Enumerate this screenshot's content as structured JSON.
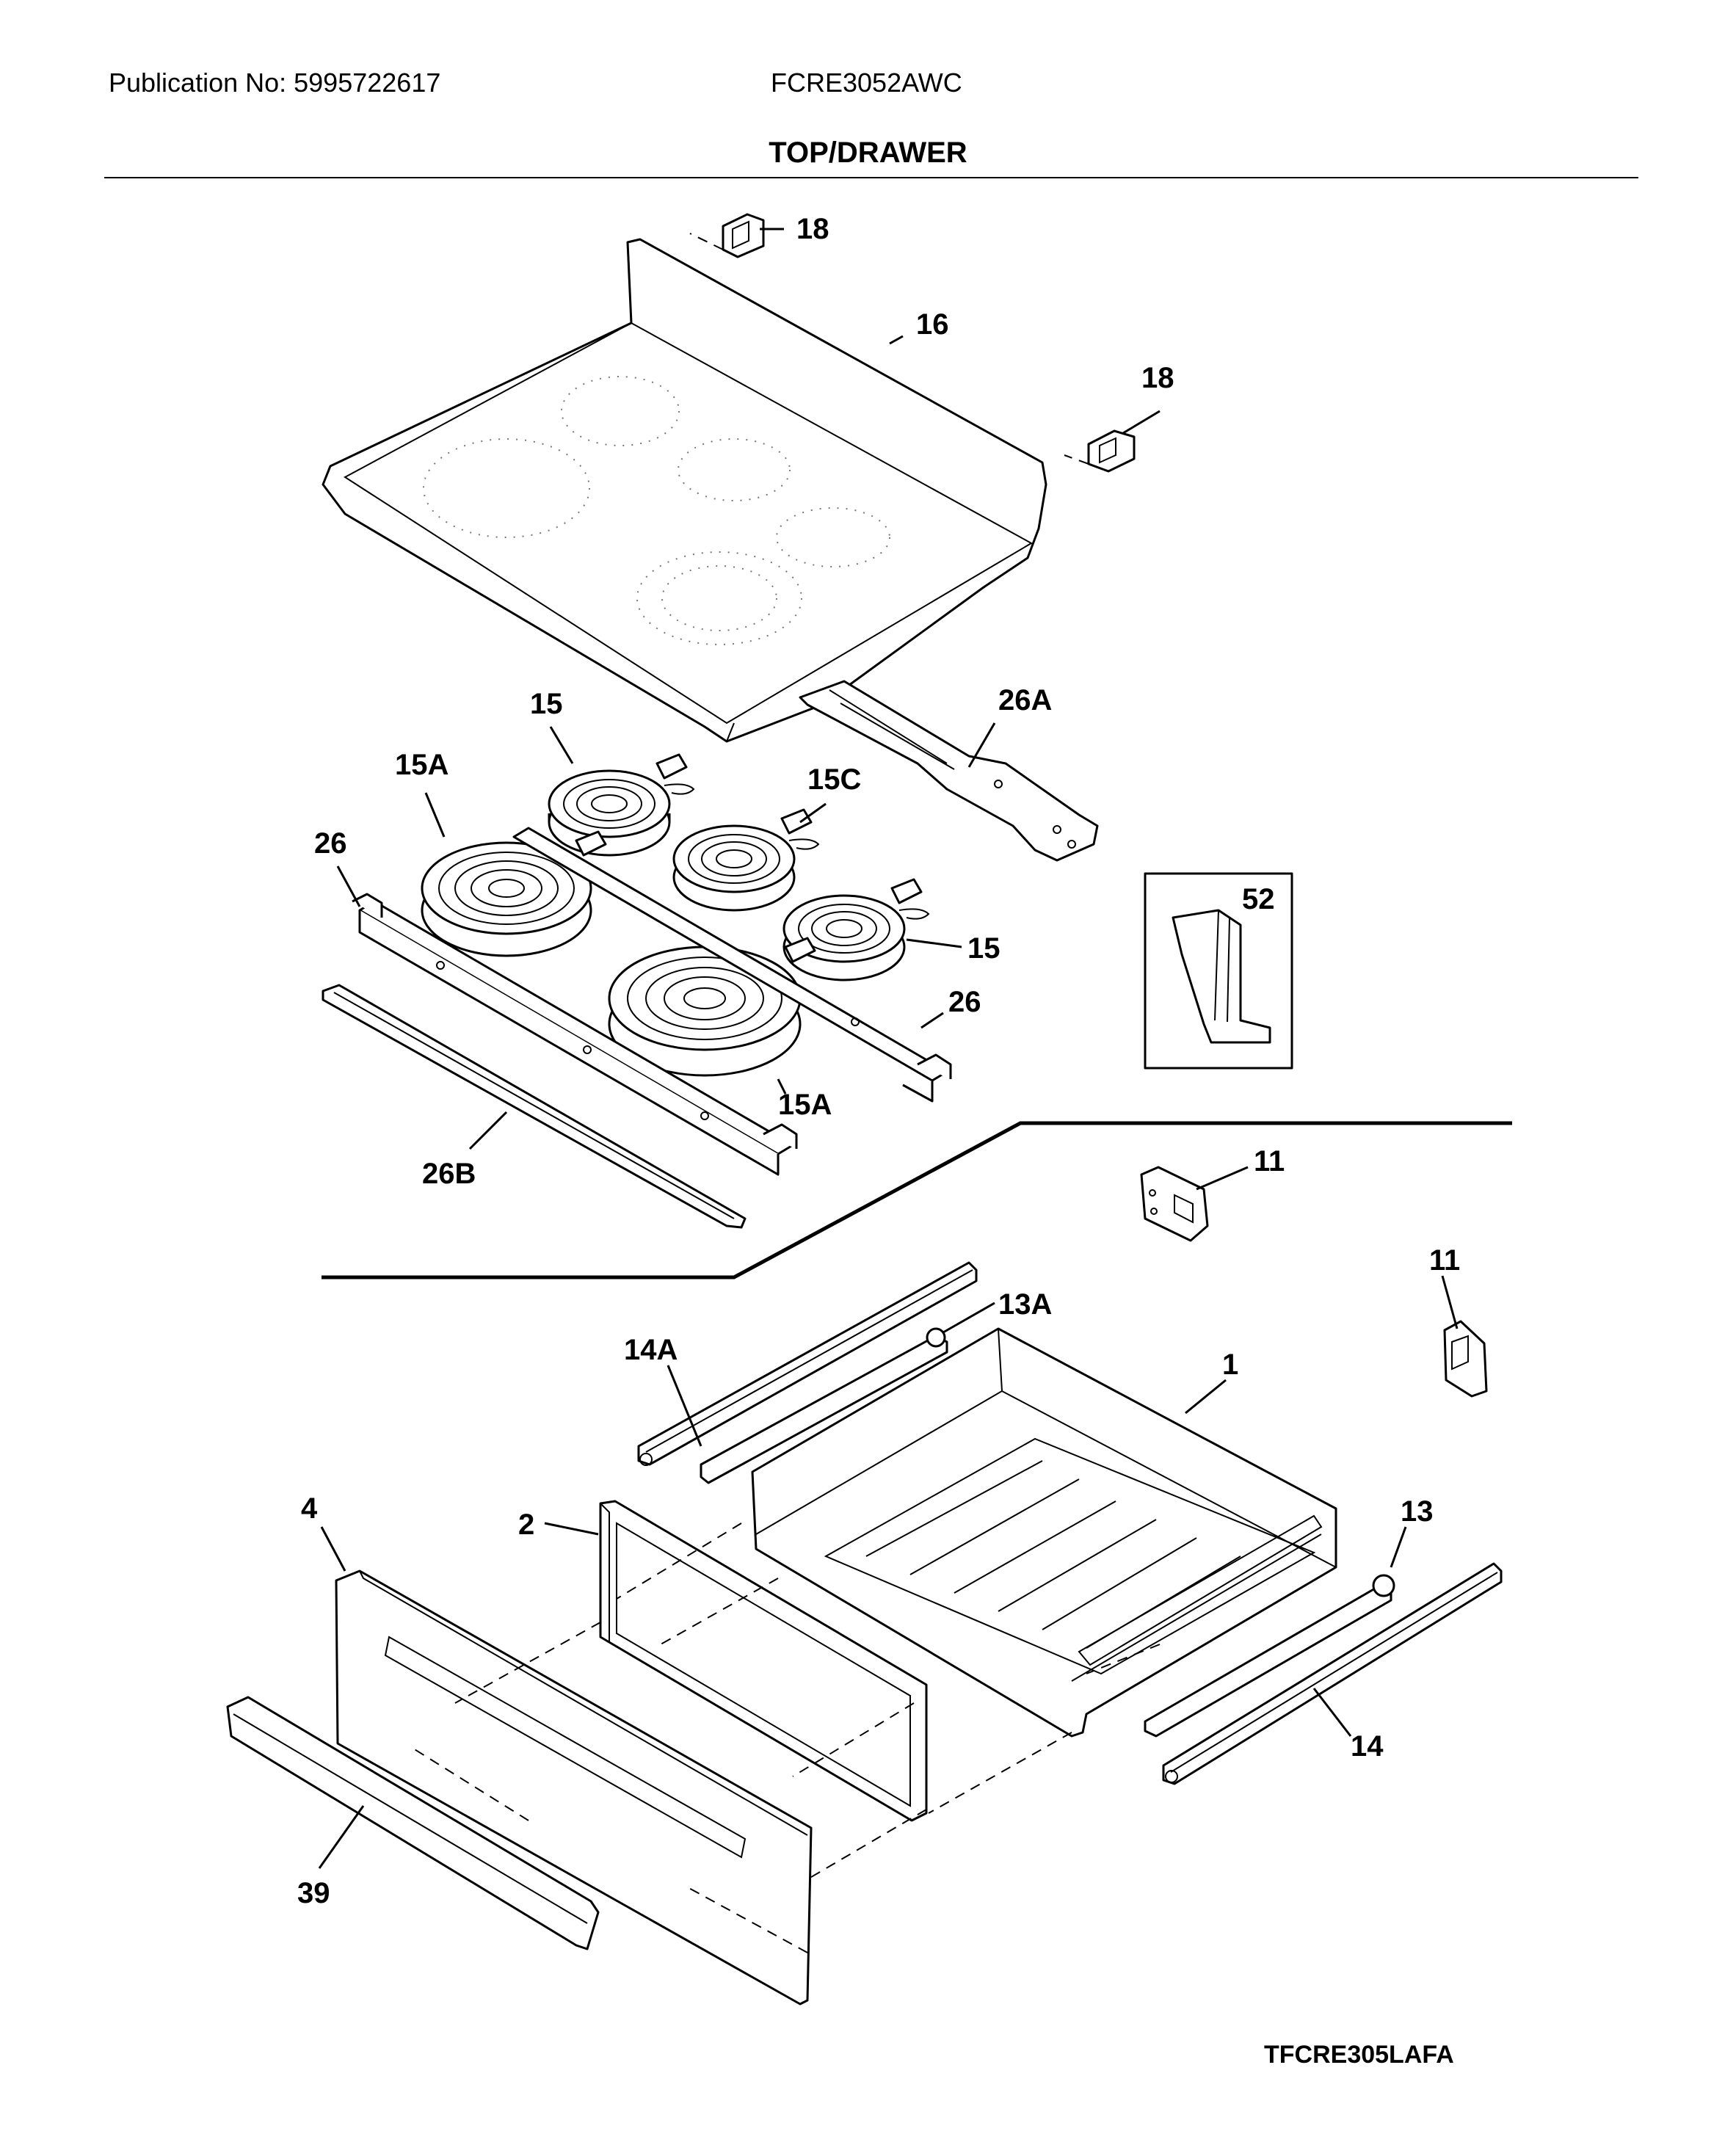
{
  "header": {
    "publication": "Publication No: 5995722617",
    "model": "FCRE3052AWC",
    "section_title": "TOP/DRAWER"
  },
  "footer": {
    "drawing_code": "TFCRE305LAFA"
  },
  "callouts": {
    "c18a": "18",
    "c16": "16",
    "c18b": "18",
    "c15_top": "15",
    "c15A_left": "15A",
    "c26A": "26A",
    "c15C": "15C",
    "c26_left": "26",
    "c52": "52",
    "c15_right": "15",
    "c26_right": "26",
    "c15A_bottom": "15A",
    "c26B": "26B",
    "c11_a": "11",
    "c11_b": "11",
    "c13A": "13A",
    "c14A": "14A",
    "c1": "1",
    "c4": "4",
    "c2": "2",
    "c13": "13",
    "c14": "14",
    "c39": "39"
  }
}
